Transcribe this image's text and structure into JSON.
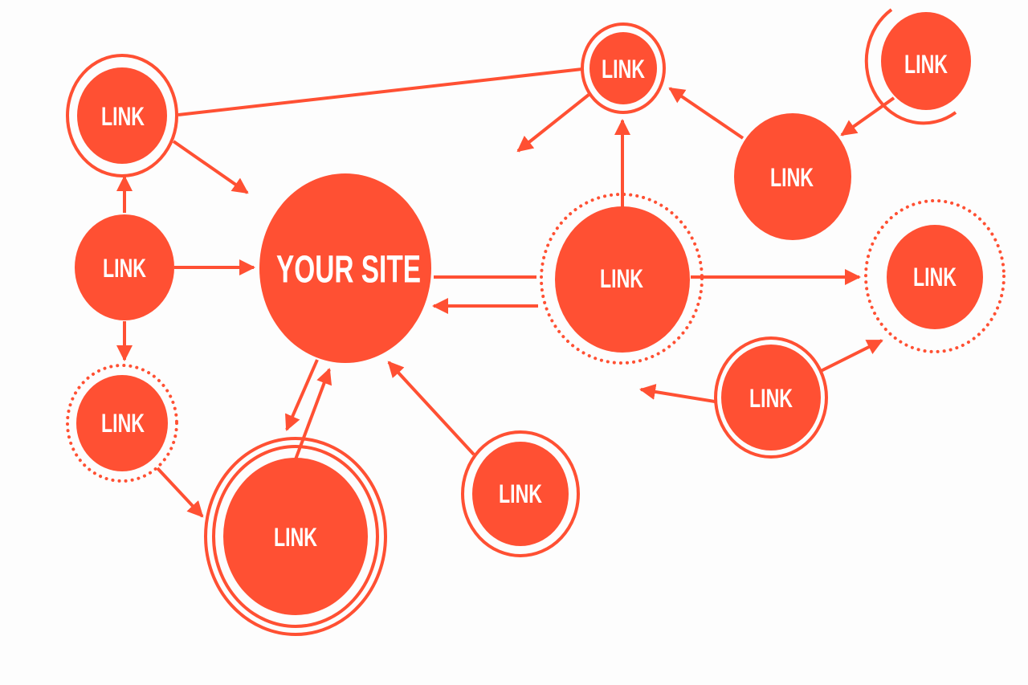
{
  "diagram": {
    "center_label": "YOUR SITE",
    "node_labels": [
      "LINK",
      "LINK",
      "LINK",
      "LINK",
      "LINK",
      "LINK",
      "LINK",
      "LINK",
      "LINK",
      "LINK",
      "LINK"
    ],
    "accent_color": "#ff5033"
  }
}
